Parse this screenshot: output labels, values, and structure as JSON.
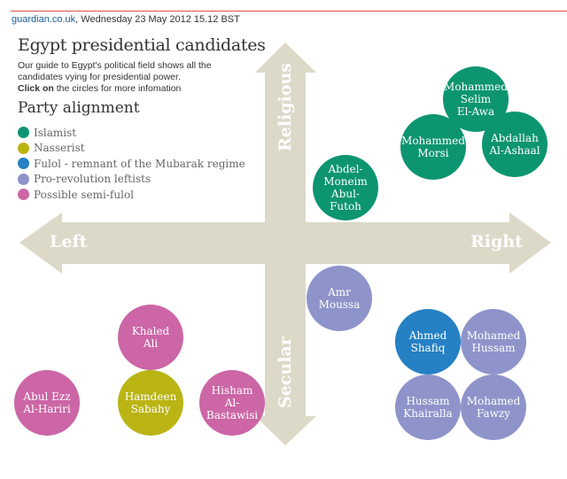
{
  "header": {
    "site": "guardian.co.uk",
    "date": ", Wednesday 23 May 2012 15.12 BST"
  },
  "title": "Egypt presidential candidates",
  "intro": "Our guide to Egypt's political field shows all the candidates vying for presidential power.",
  "click_bold": "Click on",
  "click_rest": " the circles for more infomation",
  "legend_title": "Party alignment",
  "legend": [
    {
      "label": "Islamist",
      "color": "#0c9570"
    },
    {
      "label": "Nasserist",
      "color": "#bab414"
    },
    {
      "label": "Fulol - remnant of the Mubarak regime",
      "color": "#2580c4"
    },
    {
      "label": "Pro-revolution leftists",
      "color": "#8e94ca"
    },
    {
      "label": "Possible semi-fulol",
      "color": "#cc66a6"
    }
  ],
  "axes": {
    "up": "Religious",
    "down": "Secular",
    "left": "Left",
    "right": "Right"
  },
  "candidates": [
    {
      "name": "Mohammed Selim El-Awa",
      "l1": "Mohammed",
      "l2": "Selim",
      "l3": "El-Awa",
      "color": "#0c9570"
    },
    {
      "name": "Mohammed Morsi",
      "l1": "Mohammed",
      "l2": "Morsi",
      "l3": "",
      "color": "#0c9570"
    },
    {
      "name": "Abdallah Al-Ashaal",
      "l1": "Abdallah",
      "l2": "Al-Ashaal",
      "l3": "",
      "color": "#0c9570"
    },
    {
      "name": "Abdel-Moneim Abul-Futoh",
      "l1": "Abdel-",
      "l2": "Moneim",
      "l3": "Abul-",
      "l4": "Futoh",
      "color": "#0c9570"
    },
    {
      "name": "Amr Moussa",
      "l1": "Amr",
      "l2": "Moussa",
      "l3": "",
      "color": "#8e94ca"
    },
    {
      "name": "Ahmed Shafiq",
      "l1": "Ahmed",
      "l2": "Shafiq",
      "l3": "",
      "color": "#2580c4"
    },
    {
      "name": "Mohamed Hussam",
      "l1": "Mohamed",
      "l2": "Hussam",
      "l3": "",
      "color": "#8e94ca"
    },
    {
      "name": "Hussam Khairalla",
      "l1": "Hussam",
      "l2": "Khairalla",
      "l3": "",
      "color": "#8e94ca"
    },
    {
      "name": "Mohamed Fawzy",
      "l1": "Mohamed",
      "l2": "Fawzy",
      "l3": "",
      "color": "#8e94ca"
    },
    {
      "name": "Khaled Ali",
      "l1": "Khaled",
      "l2": "Ali",
      "l3": "",
      "color": "#cc66a6"
    },
    {
      "name": "Hamdeen Sabahy",
      "l1": "Hamdeen",
      "l2": "Sabahy",
      "l3": "",
      "color": "#bab414"
    },
    {
      "name": "Hisham Al-Bastawisi",
      "l1": "Hisham",
      "l2": "Al-",
      "l3": "Bastawisi",
      "color": "#cc66a6"
    },
    {
      "name": "Abul Ezz Al-Hariri",
      "l1": "Abul Ezz",
      "l2": "Al-Hariri",
      "l3": "",
      "color": "#cc66a6"
    }
  ]
}
